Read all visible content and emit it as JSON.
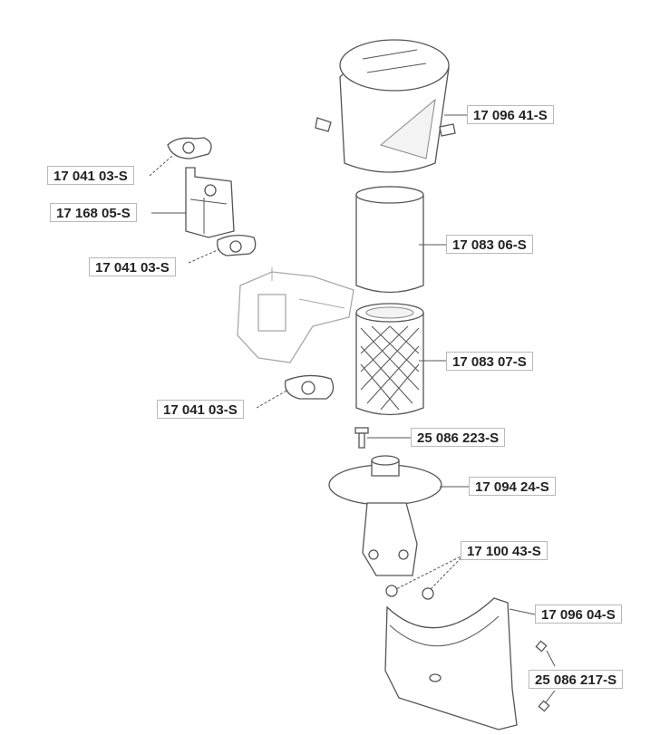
{
  "diagram_title": "",
  "callouts": [
    {
      "id": "air-filter-cover",
      "part_number": "17 096 41-S"
    },
    {
      "id": "gasket-top",
      "part_number": "17 041 03-S"
    },
    {
      "id": "insulator-bracket",
      "part_number": "17 168 05-S"
    },
    {
      "id": "gasket-middle",
      "part_number": "17 041 03-S"
    },
    {
      "id": "pre-filter",
      "part_number": "17 083 06-S"
    },
    {
      "id": "air-filter-element",
      "part_number": "17 083 07-S"
    },
    {
      "id": "gasket-bottom",
      "part_number": "17 041 03-S"
    },
    {
      "id": "screw-top",
      "part_number": "25 086 223-S"
    },
    {
      "id": "filter-base",
      "part_number": "17 094 24-S"
    },
    {
      "id": "nuts",
      "part_number": "17 100 43-S"
    },
    {
      "id": "shield",
      "part_number": "17 096 04-S"
    },
    {
      "id": "screws-bottom",
      "part_number": "25 086 217-S"
    }
  ]
}
